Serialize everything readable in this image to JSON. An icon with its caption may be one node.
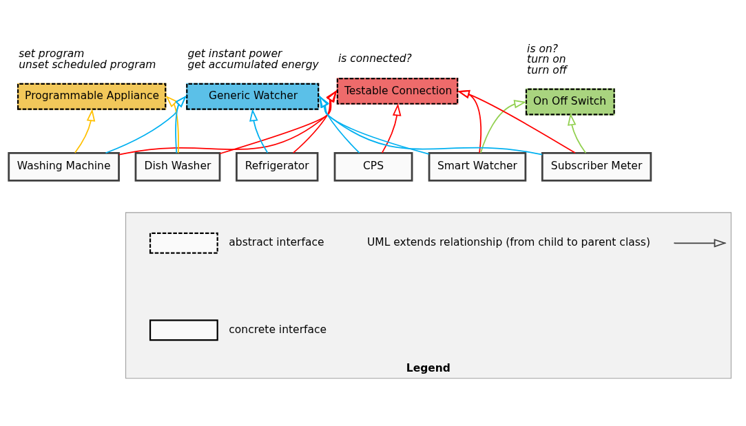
{
  "diagram": {
    "nodes": [
      {
        "text": [
          "Programmable Appliance"
        ],
        "beside": [
          "set program",
          "unset scheduled program"
        ]
      },
      {
        "text": [
          "Generic Watcher"
        ],
        "beside": [
          "get instant power",
          "get accumulated energy"
        ]
      },
      {
        "text": [
          "Testable Connection"
        ],
        "beside": [
          "is connected?"
        ]
      },
      {
        "text": [
          "On Off Switch"
        ],
        "beside": [
          "is on?",
          "turn on",
          "turn off"
        ]
      },
      {
        "text": [
          "Washing Machine"
        ]
      },
      {
        "text": [
          "Dish Washer"
        ]
      },
      {
        "text": [
          "Refrigerator"
        ]
      },
      {
        "text": [
          "CPS"
        ]
      },
      {
        "text": [
          "Smart Watcher"
        ]
      },
      {
        "text": [
          "Subscriber Meter"
        ]
      },
      {
        "text": [
          "Legend"
        ]
      }
    ],
    "edges": [
      {
        "from": 4,
        "to": 0,
        "arrow": "to",
        "color": "#ffc000"
      },
      {
        "from": 5,
        "to": 0,
        "arrow": "to",
        "color": "#ffc000"
      },
      {
        "from": 4,
        "to": 1,
        "arrow": "to",
        "color": "#00b0f0"
      },
      {
        "from": 5,
        "to": 1,
        "arrow": "to",
        "color": "#00b0f0"
      },
      {
        "from": 6,
        "to": 1,
        "arrow": "to",
        "color": "#00b0f0"
      },
      {
        "from": 7,
        "to": 1,
        "arrow": "to",
        "color": "#00b0f0"
      },
      {
        "from": 8,
        "to": 1,
        "arrow": "to",
        "color": "#00b0f0"
      },
      {
        "from": 9,
        "to": 1,
        "arrow": "to",
        "color": "#00b0f0"
      },
      {
        "from": 4,
        "to": 2,
        "arrow": "to",
        "color": "#ff0000"
      },
      {
        "from": 5,
        "to": 2,
        "arrow": "to",
        "color": "#ff0000"
      },
      {
        "from": 6,
        "to": 2,
        "arrow": "to",
        "color": "#ff0000"
      },
      {
        "from": 7,
        "to": 2,
        "arrow": "to",
        "color": "#ff0000"
      },
      {
        "from": 8,
        "to": 2,
        "arrow": "to",
        "color": "#ff0000"
      },
      {
        "from": 9,
        "to": 2,
        "arrow": "to",
        "color": "#ff0000"
      },
      {
        "from": 8,
        "to": 3,
        "arrow": "to",
        "color": "#92d050"
      },
      {
        "from": 9,
        "to": 3,
        "arrow": "to",
        "color": "#92d050"
      }
    ],
    "legend": [
      {
        "text": "abstract interface"
      },
      {
        "text": "concrete interface"
      },
      {
        "text": "UML extends relationship (from child to parent class)"
      }
    ]
  }
}
